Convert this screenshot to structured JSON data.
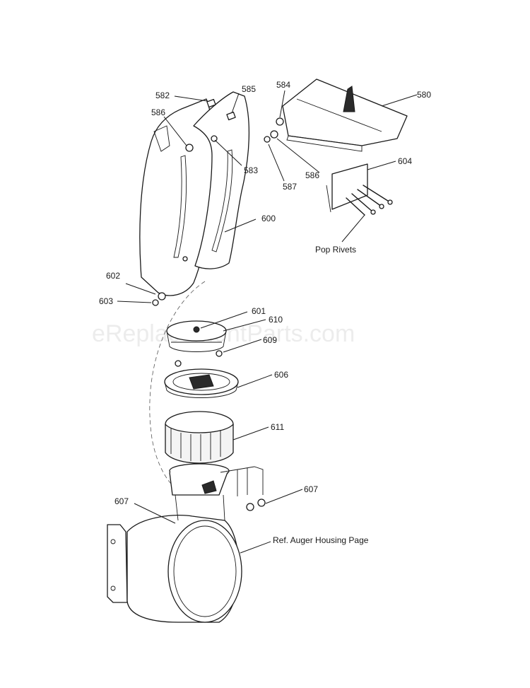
{
  "watermark": "eReplacementParts.com",
  "callouts": {
    "c580": "580",
    "c582": "582",
    "c583": "583",
    "c584": "584",
    "c585": "585",
    "c586a": "586",
    "c586b": "586",
    "c587": "587",
    "c600": "600",
    "c601": "601",
    "c602": "602",
    "c603": "603",
    "c604": "604",
    "c606": "606",
    "c607a": "607",
    "c607b": "607",
    "c609": "609",
    "c610": "610",
    "c611": "611"
  },
  "notes": {
    "pop_rivets": "Pop Rivets",
    "ref_auger": "Ref. Auger Housing Page"
  }
}
